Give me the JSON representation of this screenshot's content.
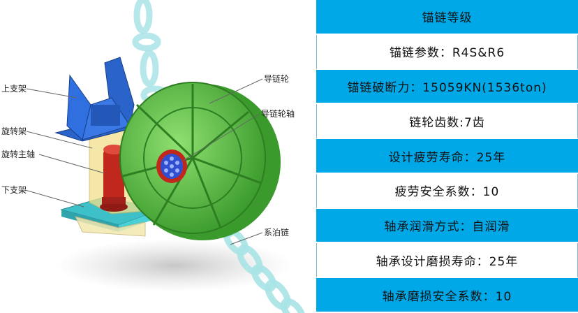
{
  "diagram": {
    "labels": {
      "upper_bracket": "上支架",
      "swivel_frame": "旋转架",
      "swivel_main_shaft": "旋转主轴",
      "lower_bracket": "下支架",
      "fairlead_wheel": "导链轮",
      "fairlead_wheel_shaft": "导链轮轴",
      "mooring_chain": "系泊链"
    },
    "colors": {
      "upper_bracket": "#2a63c9",
      "swivel_frame": "#f2e08a",
      "main_shaft": "#c0281e",
      "lower_bracket": "#3ec0c8",
      "wheel": "#5fc64a",
      "chain": "#a9e3e6",
      "hub_pins": "#2f4fd0"
    }
  },
  "spec_table": {
    "rows": [
      {
        "text": "锚链等级",
        "style": "blue"
      },
      {
        "text": "锚链参数：R4S&R6",
        "style": "white"
      },
      {
        "text": "锚链破断力：15059KN(1536ton)",
        "style": "blue"
      },
      {
        "text": "链轮齿数:7齿",
        "style": "white"
      },
      {
        "text": "设计疲劳寿命：25年",
        "style": "blue"
      },
      {
        "text": "疲劳安全系数：10",
        "style": "white"
      },
      {
        "text": "轴承润滑方式：自润滑",
        "style": "blue"
      },
      {
        "text": "轴承设计磨损寿命：25年",
        "style": "white"
      },
      {
        "text": "轴承磨损安全系数：10",
        "style": "blue"
      }
    ]
  }
}
